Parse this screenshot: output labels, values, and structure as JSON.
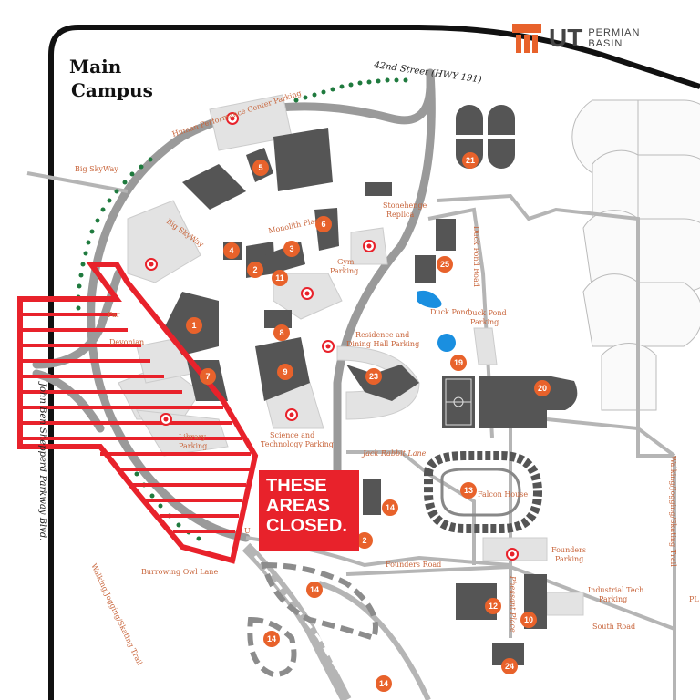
{
  "title_lines": [
    "Main",
    "Campus"
  ],
  "brand": {
    "ut": "UT",
    "line1": "PERMIAN",
    "line2": "BASIN"
  },
  "notice_lines": [
    "THESE",
    "AREAS",
    "CLOSED."
  ],
  "colors": {
    "closed": "#e8222b",
    "marker": "#e8622b",
    "road": "#9a9a9a",
    "building": "#555555",
    "label": "#c8643a"
  },
  "roads": {
    "street_42": "42nd Street (HWY 191)",
    "big_sky_way": "Big SkyWay",
    "big_sky_way_inner": "Big SkyWay",
    "monolith_place": "Monolith Place",
    "duck_pond_road": "Duck Pond Road",
    "john_ben": "John Ben Shepperd Parkway Blvd.",
    "burrowing_owl": "Burrowing Owl Lane",
    "founders_road": "Founders Road",
    "south_road": "South Road",
    "jack_rabbit": "Jack Rabbit Lane",
    "pheasant_place": "Pheasant Place",
    "walking_left": "Walking/Jogging/Skating Trail",
    "walking_right": "Walking/Jogging/Skating Trail",
    "ut_fragment": "U"
  },
  "places": {
    "hpc_parking": "Human Performance Center Parking",
    "stonehenge_1": "Stonehenge",
    "stonehenge_2": "Replica",
    "gym_1": "Gym",
    "gym_2": "Parking",
    "duck_pond": "Duck Pond",
    "dp_parking_1": "Duck Pond",
    "dp_parking_2": "Parking",
    "res_1": "Residence and",
    "res_2": "Dining Hall Parking",
    "devonian": "Devonian",
    "library_1": "Library",
    "library_2": "Parking",
    "sci_1": "Science and",
    "sci_2": "Technology Parking",
    "falcon": "Falcon House",
    "founders_1": "Founders",
    "founders_2": "Parking",
    "ind_1": "Industrial Tech.",
    "ind_2": "Parking",
    "pl": "PL",
    "par": "Par"
  },
  "markers": [
    "1",
    "2",
    "3",
    "4",
    "5",
    "6",
    "7",
    "8",
    "9",
    "10",
    "11",
    "12",
    "13",
    "14",
    "14",
    "14",
    "14",
    "19",
    "20",
    "21",
    "23",
    "24",
    "25",
    "2"
  ]
}
